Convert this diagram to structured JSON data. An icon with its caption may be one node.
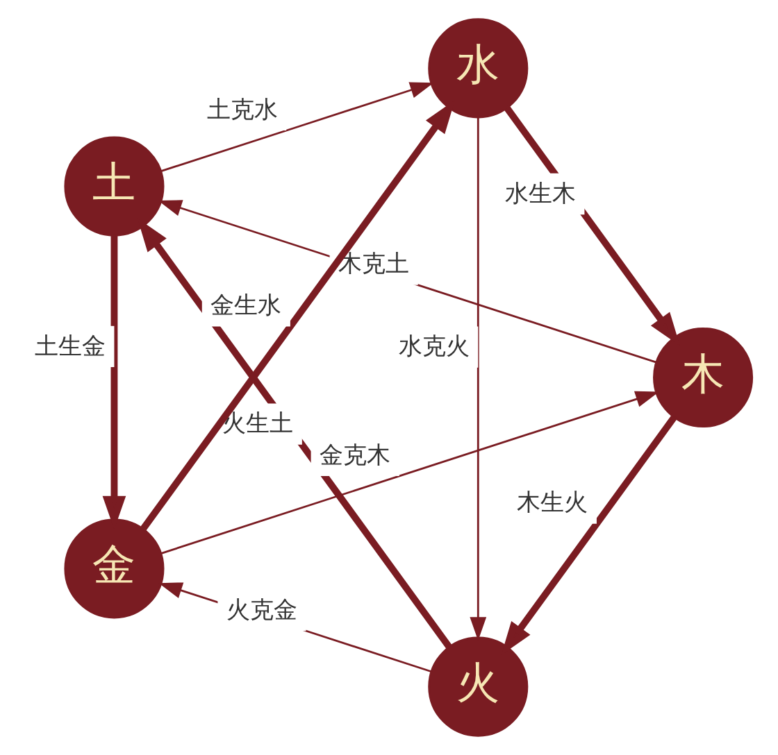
{
  "diagram": {
    "nodes": [
      {
        "text": [
          "火"
        ]
      },
      {
        "text": [
          "木"
        ]
      },
      {
        "text": [
          "土"
        ]
      },
      {
        "text": [
          "水"
        ]
      },
      {
        "text": [
          "金"
        ]
      }
    ],
    "edges": [
      {
        "from": 1,
        "to": 0,
        "arrow": "to",
        "label": "木生火",
        "style": "thick"
      },
      {
        "from": 0,
        "to": 2,
        "arrow": "to",
        "label": "火生土",
        "style": "thick"
      },
      {
        "from": 2,
        "to": 4,
        "arrow": "to",
        "label": "土生金",
        "style": "thick"
      },
      {
        "from": 4,
        "to": 3,
        "arrow": "to",
        "label": "金生水",
        "style": "thick"
      },
      {
        "from": 3,
        "to": 1,
        "arrow": "to",
        "label": "水生木",
        "style": "thick"
      },
      {
        "from": 1,
        "to": 2,
        "arrow": "to",
        "label": "木克土"
      },
      {
        "from": 0,
        "to": 4,
        "arrow": "to",
        "label": "火克金"
      },
      {
        "from": 2,
        "to": 3,
        "arrow": "to",
        "label": "土克水"
      },
      {
        "from": 4,
        "to": 1,
        "arrow": "to",
        "label": "金克木"
      },
      {
        "from": 3,
        "to": 0,
        "arrow": "to",
        "label": "水克火"
      }
    ]
  }
}
